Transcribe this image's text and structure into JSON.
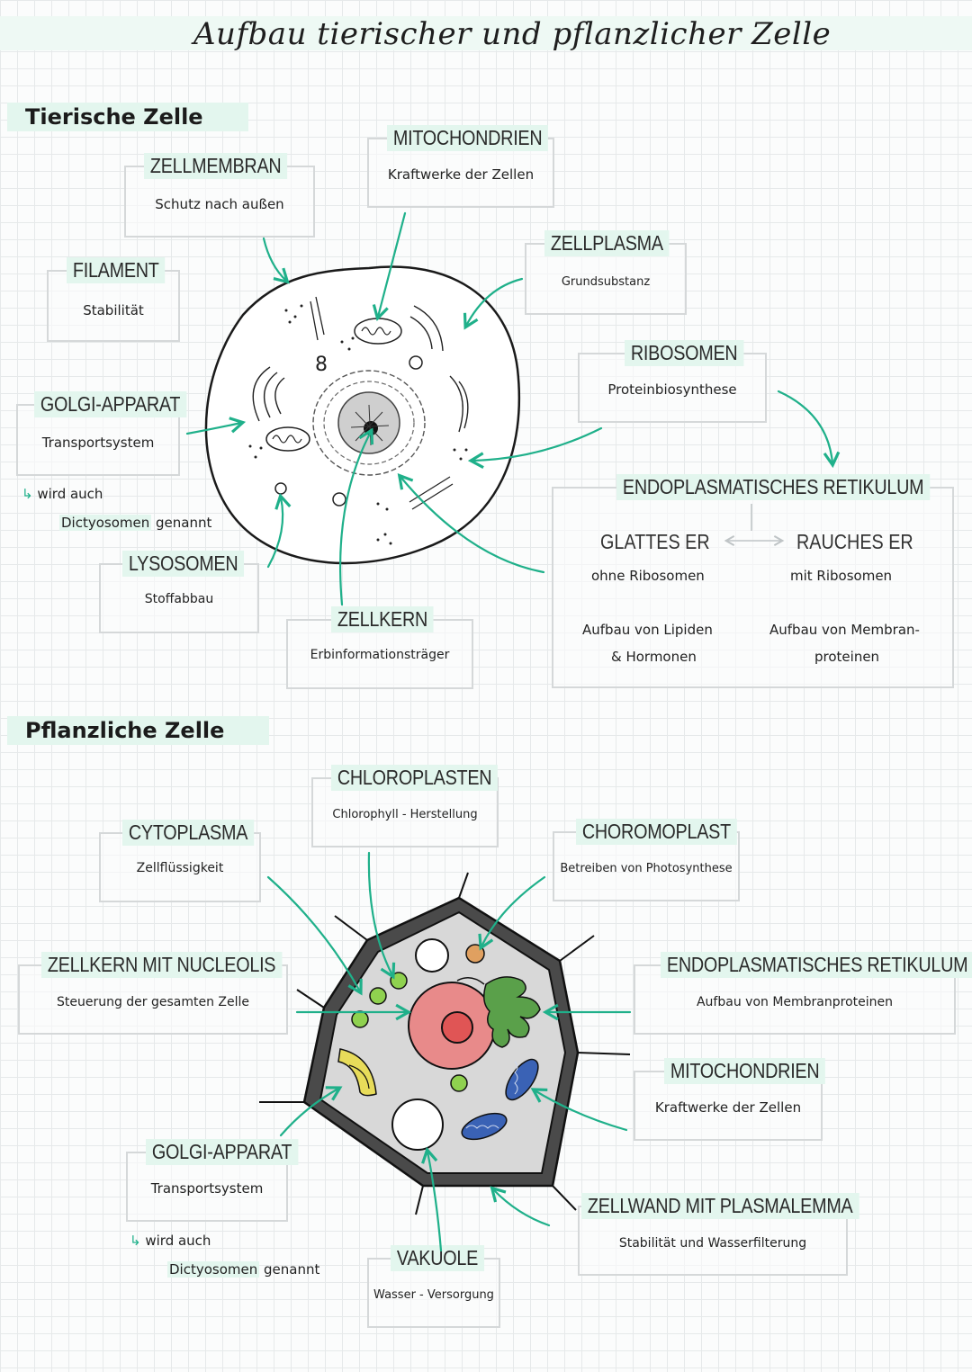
{
  "title": "Aufbau tierischer und pflanzlicher Zelle",
  "animal": {
    "heading": "Tierische Zelle",
    "mitochondrien": {
      "label": "MITOCHONDRIEN",
      "desc": "Kraftwerke der Zellen"
    },
    "zellmembran": {
      "label": "ZELLMEMBRAN",
      "desc": "Schutz nach außen"
    },
    "zellplasma": {
      "label": "ZELLPLASMA",
      "desc": "Grundsubstanz"
    },
    "filament": {
      "label": "FILAMENT",
      "desc": "Stabilität"
    },
    "ribosomen": {
      "label": "RIBOSOMEN",
      "desc": "Proteinbiosynthese"
    },
    "golgi": {
      "label": "GOLGI-APPARAT",
      "desc": "Transportsystem",
      "note1": "wird auch",
      "note2a": "Dictyosomen",
      "note2b": "genannt"
    },
    "er": {
      "label": "ENDOPLASMATISCHES RETIKULUM",
      "glatt": "GLATTES ER",
      "rau": "RAUCHES ER",
      "glatt_desc": "ohne Ribosomen",
      "rau_desc": "mit Ribosomen",
      "glatt_func1": "Aufbau von Lipiden",
      "glatt_func2": "& Hormonen",
      "rau_func1": "Aufbau von Membran-",
      "rau_func2": "proteinen"
    },
    "lysosomen": {
      "label": "LYSOSOMEN",
      "desc": "Stoffabbau"
    },
    "zellkern": {
      "label": "ZELLKERN",
      "desc": "Erbinformationsträger"
    }
  },
  "plant": {
    "heading": "Pflanzliche Zelle",
    "chloroplasten": {
      "label": "CHLOROPLASTEN",
      "desc": "Chlorophyll - Herstellung"
    },
    "cytoplasma": {
      "label": "CYTOPLASMA",
      "desc": "Zellflüssigkeit"
    },
    "chromoplast": {
      "label": "CHOROMOPLAST",
      "desc": "Betreiben von Photosynthese"
    },
    "zellkern": {
      "label": "ZELLKERN MIT NUCLEOLIS",
      "desc": "Steuerung der gesamten Zelle"
    },
    "er": {
      "label": "ENDOPLASMATISCHES RETIKULUM",
      "desc": "Aufbau von Membranproteinen"
    },
    "mitochondrien": {
      "label": "MITOCHONDRIEN",
      "desc": "Kraftwerke der Zellen"
    },
    "golgi": {
      "label": "GOLGI-APPARAT",
      "desc": "Transportsystem",
      "note1": "wird auch",
      "note2a": "Dictyosomen",
      "note2b": "genannt"
    },
    "zellwand": {
      "label": "ZELLWAND MIT PLASMALEMMA",
      "desc": "Stabilität und Wasserfilterung"
    },
    "vakuole": {
      "label": "VAKUOLE",
      "desc": "Wasser - Versorgung"
    }
  },
  "colors": {
    "accent": "#1fb08a",
    "highlight": "#e3f6ee",
    "nucleus": "#e88a8a",
    "nucleolus": "#e05555",
    "chloroplast": "#8fd14f",
    "golgi": "#e8dc5a",
    "mito": "#3a62b5",
    "er": "#5aa04a",
    "chromoplast": "#e0a060"
  }
}
